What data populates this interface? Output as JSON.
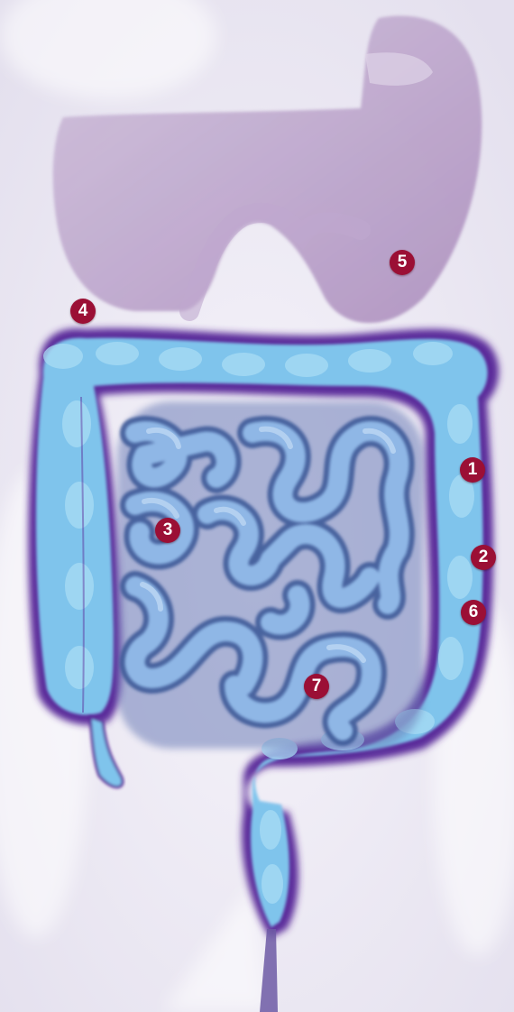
{
  "diagram": {
    "colors": {
      "background": "#ece9f4",
      "stomach": "#a88bb8",
      "colon_fill": "#7fc4ec",
      "colon_outline": "#5a2a9a",
      "small_intestine": "#7fa6d4",
      "marker": "#9b0f35",
      "marker_text": "#ffffff"
    },
    "markers": [
      "1",
      "2",
      "3",
      "4",
      "5",
      "6",
      "7"
    ]
  }
}
